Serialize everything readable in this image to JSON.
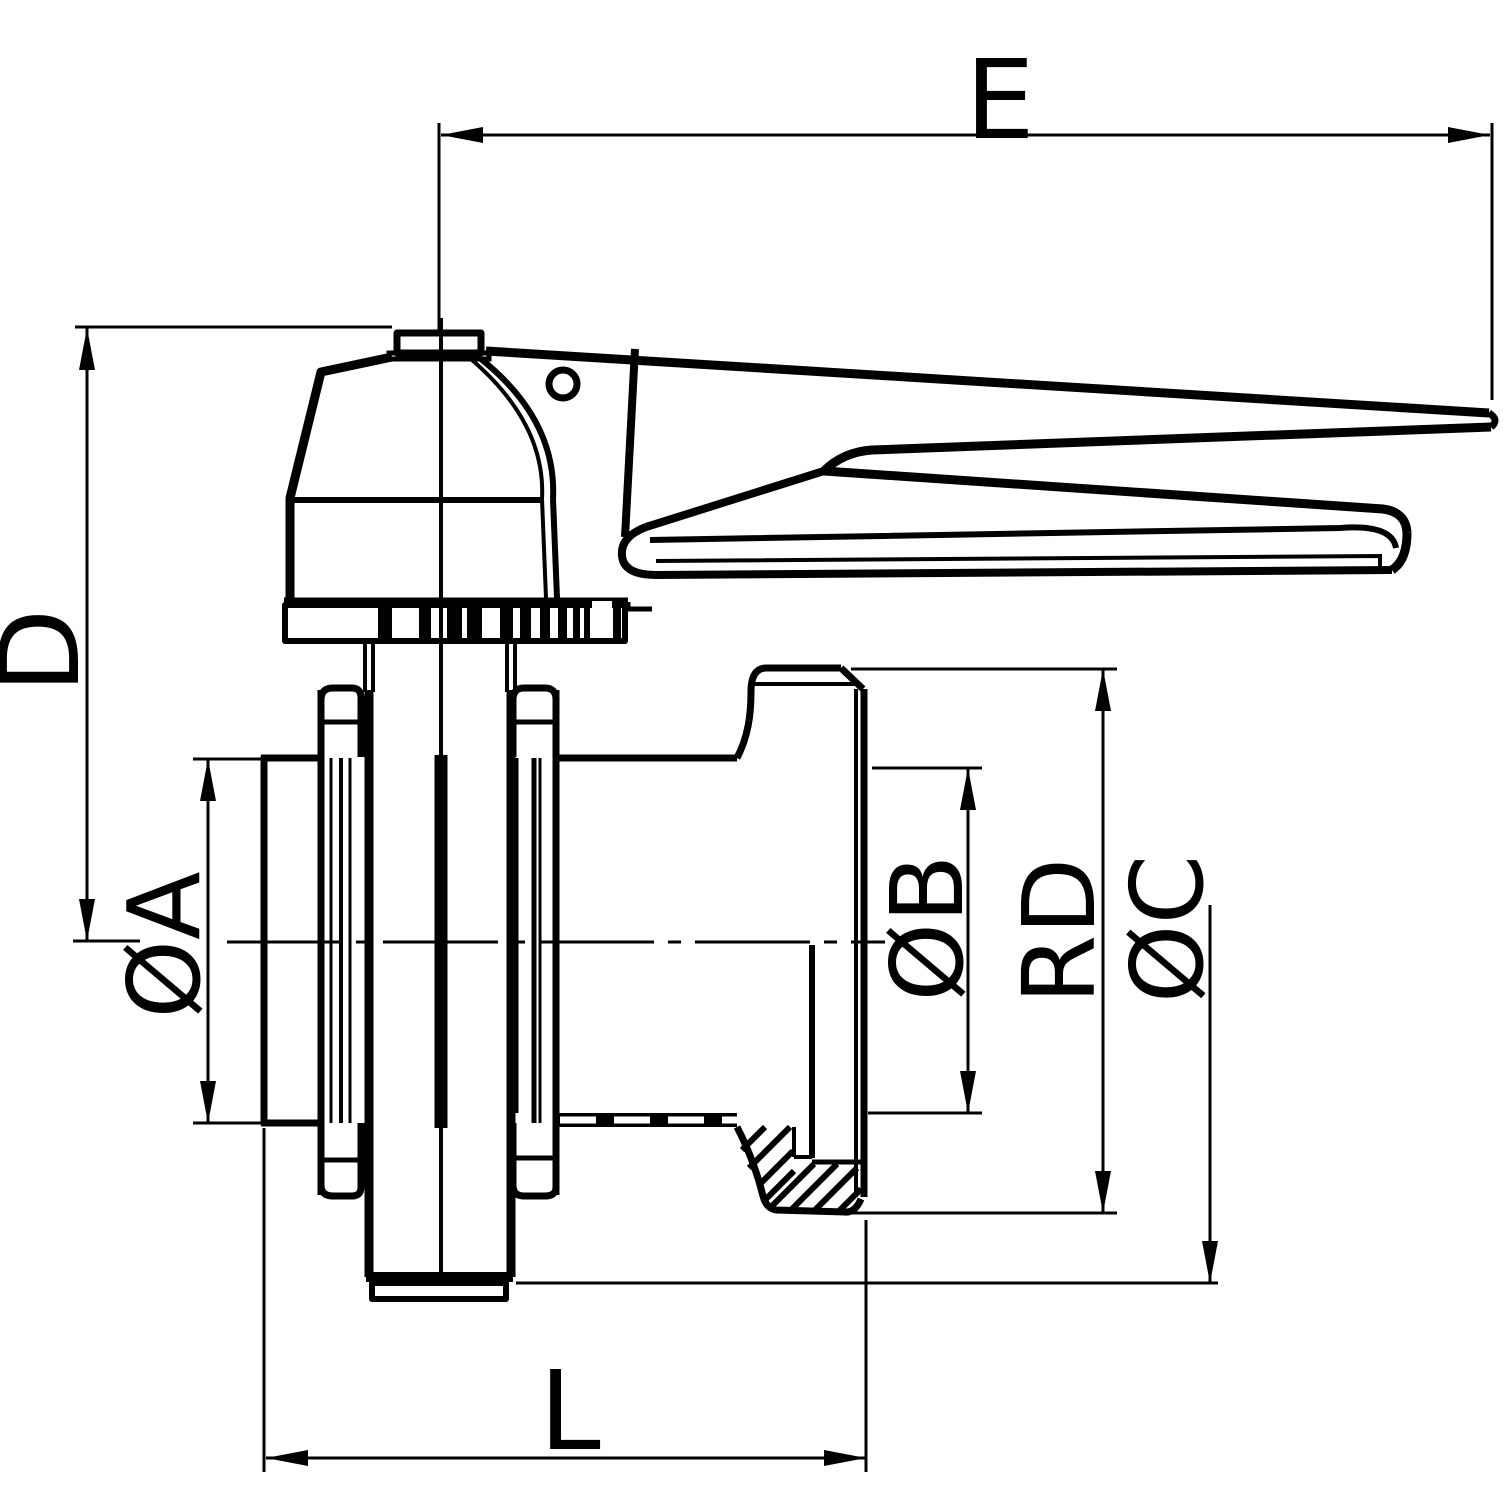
{
  "drawing": {
    "kind": "butterfly valve with trigger handle - dimensioned engineering drawing",
    "background_color": "#ffffff",
    "line_color": "#000000"
  },
  "dimension_labels": {
    "top_span": "E",
    "height": "D",
    "left_pipe_od": "ØA",
    "right_bore": "ØB",
    "thread": "RD",
    "flange_od": "ØC",
    "body_length": "L"
  }
}
